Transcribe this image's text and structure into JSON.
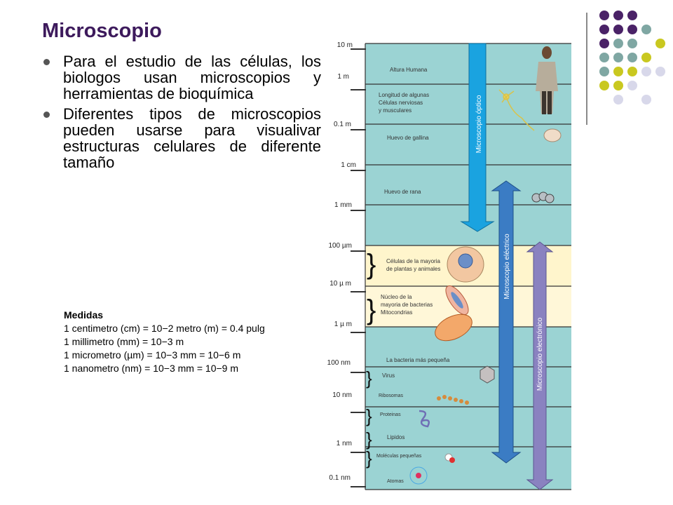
{
  "slide": {
    "title": "Microscopio",
    "bullets": [
      "Para el estudio de las células, los biologos usan microscopios y herramientas de bioquímica",
      "Diferentes tipos de microscopios pueden usarse para visualivar estructuras celulares de diferente tamaño"
    ]
  },
  "measures": {
    "title": "Medidas",
    "lines": [
      "1 centimetro (cm) = 10−2 metro (m) = 0.4 pulg",
      "1 millimetro (mm) = 10−3 m",
      "1 micrometro (µm) = 10−3 mm = 10−6 m",
      "1 nanometro (nm) = 10−3 mm = 10−9 m"
    ]
  },
  "scale": {
    "ticks": [
      "10 m",
      "1 m",
      "0.1 m",
      "1 cm",
      "1 mm",
      "100 µm",
      "10 µ m",
      "1 µ m",
      "100 nm",
      "10 nm",
      "1 nm",
      "0.1 nm"
    ],
    "items": [
      "Altura Humana",
      "Longitud de algunas",
      "Células nerviosas",
      "y musculares",
      "Huevo de gallina",
      "Huevo de rana",
      "Células de la mayoria",
      "de plantas y animales",
      "Núcleo de la",
      "mayoria de bacterias",
      "Mitocondrias",
      "La bacteria más pequeña",
      "Virus",
      "Ribosomas",
      "Proteinas",
      "Lipidos",
      "Moléculas pequeñas",
      "Atomas"
    ],
    "microscopes": [
      "Microscopio óptico",
      "Microscopio eléctrico",
      "Microscopio electrónico"
    ]
  },
  "colors": {
    "title": "#3d1a5c",
    "scale_bg": "#9bd3d3",
    "cell_band": "#fff5cc",
    "optical": "#1aa3e0",
    "electric": "#3b7cc4",
    "electronic": "#8a82c0"
  }
}
